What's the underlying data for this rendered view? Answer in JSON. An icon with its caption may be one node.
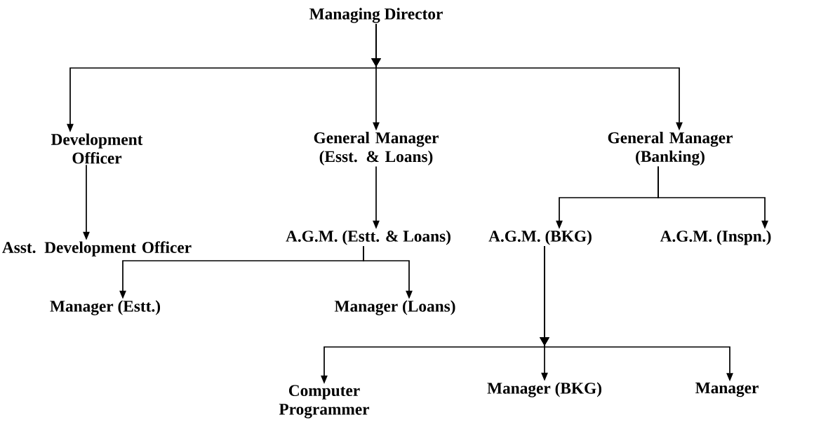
{
  "diagram": {
    "nodes": [
      {
        "text": [
          "Managing Director"
        ]
      },
      {
        "text": [
          "Development Officer"
        ]
      },
      {
        "text": [
          "General Manager (Esst. & Loans)"
        ]
      },
      {
        "text": [
          "General Manager (Banking)"
        ]
      },
      {
        "text": [
          "Asst. Development Officer"
        ]
      },
      {
        "text": [
          "A.G.M. (Estt. & Loans)"
        ]
      },
      {
        "text": [
          "A.G.M. (BKG)"
        ]
      },
      {
        "text": [
          "A.G.M. (Inspn.)"
        ]
      },
      {
        "text": [
          "Manager (Estt.)"
        ]
      },
      {
        "text": [
          "Manager (Loans)"
        ]
      },
      {
        "text": [
          "Computer Programmer"
        ]
      },
      {
        "text": [
          "Manager (BKG)"
        ]
      },
      {
        "text": [
          "Manager"
        ]
      }
    ],
    "edges": [
      {
        "from": 0,
        "to": 1,
        "arrow": "to"
      },
      {
        "from": 0,
        "to": 2,
        "arrow": "to"
      },
      {
        "from": 0,
        "to": 3,
        "arrow": "to"
      },
      {
        "from": 1,
        "to": 4,
        "arrow": "to"
      },
      {
        "from": 2,
        "to": 5,
        "arrow": "to"
      },
      {
        "from": 3,
        "to": 6,
        "arrow": "to"
      },
      {
        "from": 3,
        "to": 7,
        "arrow": "to"
      },
      {
        "from": 5,
        "to": 8,
        "arrow": "to"
      },
      {
        "from": 5,
        "to": 9,
        "arrow": "to"
      },
      {
        "from": 6,
        "to": 10,
        "arrow": "to"
      },
      {
        "from": 6,
        "to": 11,
        "arrow": "to"
      },
      {
        "from": 6,
        "to": 12,
        "arrow": "to"
      }
    ]
  }
}
